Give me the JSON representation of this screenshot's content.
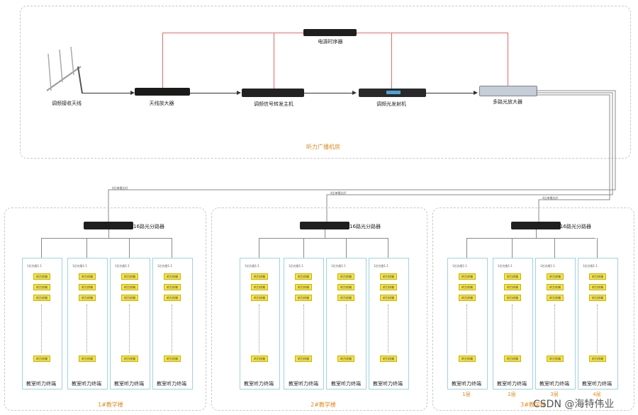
{
  "machine_room": {
    "title": "听力广播机房",
    "antenna_label": "调频接收天线",
    "power_sequencer_label": "电源时序器",
    "amplifier_label": "天线放大器",
    "host_label": "调频信号转发主机",
    "transmitter_label": "调频光发射机",
    "optical_amp_label": "多路光放大器"
  },
  "buildings": [
    {
      "title": "1#教学楼",
      "splitter_label": "16路光分路器",
      "cable_label": "4芯单模光纤",
      "columns": [
        {
          "label": "教室听力终端"
        },
        {
          "label": "教室听力终端"
        },
        {
          "label": "教室听力终端"
        },
        {
          "label": "教室听力终端"
        }
      ]
    },
    {
      "title": "2#教学楼",
      "splitter_label": "16路光分路器",
      "cable_label": "4芯单模光纤",
      "columns": [
        {
          "label": "教室听力终端"
        },
        {
          "label": "教室听力终端"
        },
        {
          "label": "教室听力终端"
        },
        {
          "label": "教室听力终端"
        }
      ]
    },
    {
      "title": "3#教学楼",
      "splitter_label": "16路光分路器",
      "cable_label": "4芯单模光纤",
      "columns": [
        {
          "label": "教室听力终端",
          "floor": "1层"
        },
        {
          "label": "教室听力终端",
          "floor": "2层"
        },
        {
          "label": "教室听力终端",
          "floor": "3层"
        },
        {
          "label": "教室听力终端",
          "floor": "4层"
        }
      ]
    }
  ],
  "terminal_box_label": "听力终端",
  "column_header": "1芯光缆1:1",
  "watermark": "CSDN @海特伟业"
}
